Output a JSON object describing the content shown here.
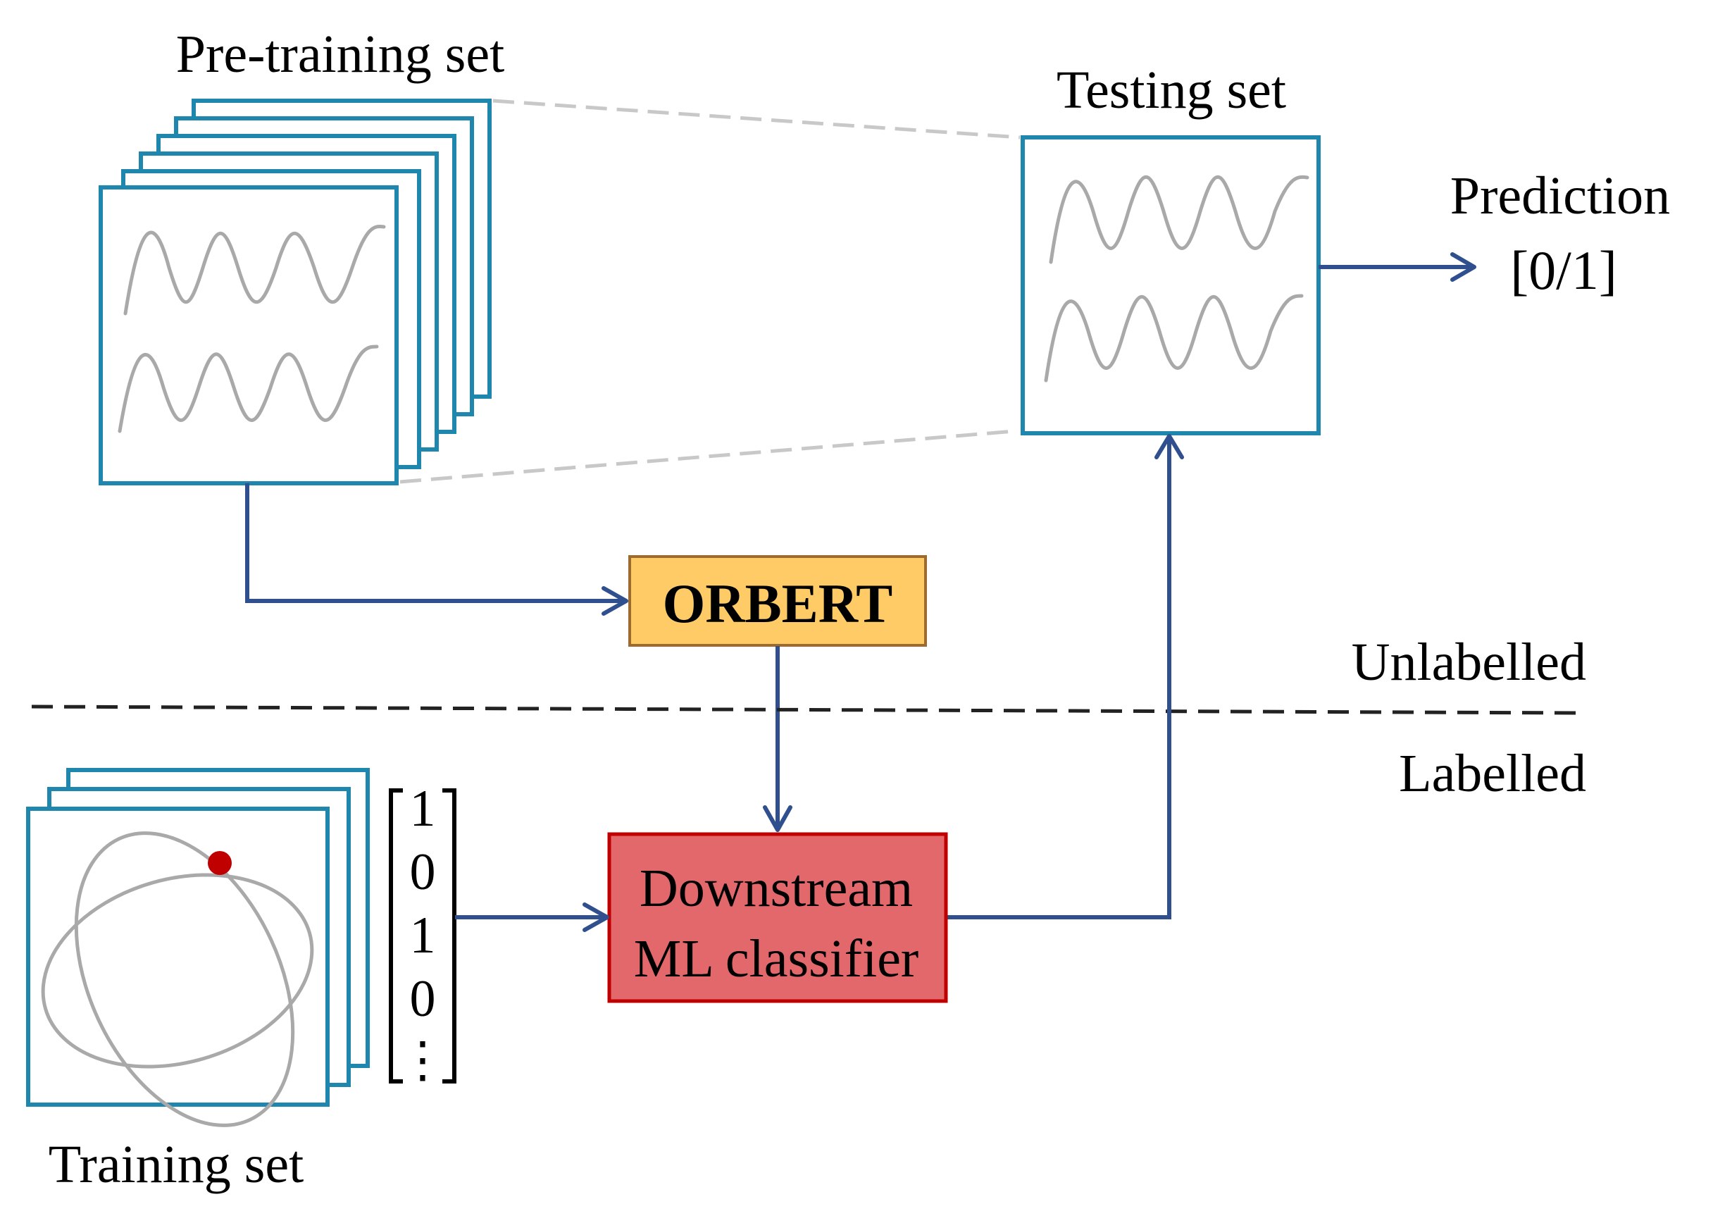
{
  "diagram": {
    "pretraining_label": "Pre-training set",
    "testing_label": "Testing set",
    "prediction_label": "Prediction",
    "prediction_value": "[0/1]",
    "orbert_label": "ORBERT",
    "unlabelled_label": "Unlabelled",
    "labelled_label": "Labelled",
    "classifier_line1": "Downstream",
    "classifier_line2": "ML classifier",
    "training_label": "Training set",
    "label_vector": [
      "1",
      "0",
      "1",
      "0"
    ],
    "vector_ellipsis": "⋮"
  },
  "colors": {
    "frame_border": "#1f86ad",
    "arrow": "#2f4f8e",
    "orbert_fill": "#fecb66",
    "orbert_border": "#9c6b2f",
    "classifier_fill": "#e2686b",
    "classifier_border": "#c00000",
    "orbit_point": "#c00000",
    "signal_line": "#a9a9a9"
  }
}
